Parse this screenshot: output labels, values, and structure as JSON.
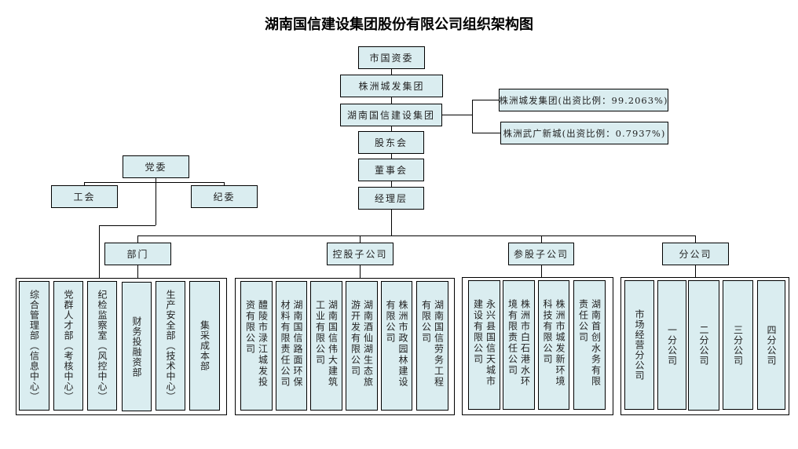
{
  "title": "湖南国信建设集团股份有限公司组织架构图",
  "top_chain": {
    "sasac": "市国资委",
    "parent_group": "株洲城发集团",
    "company": "湖南国信建设集团",
    "shareholders_meeting": "股东会",
    "board": "董事会",
    "management": "经理层"
  },
  "shareholders": [
    {
      "label": "株洲城发集团(出资比例：99.2063%)"
    },
    {
      "label": "株洲武广新城(出资比例：0.7937%)"
    }
  ],
  "party": {
    "committee": "党委",
    "union": "工会",
    "discipline": "纪委"
  },
  "categories": {
    "departments": "部门",
    "holding_subsidiaries": "控股子公司",
    "participating_subsidiaries": "参股子公司",
    "branches": "分公司"
  },
  "departments": [
    "综合管理部（信息中心）",
    "党群人才部（考核中心）",
    "纪检监察室（风控中心）",
    "财务投融资部",
    "生产安全部（技术中心）",
    "集采成本部"
  ],
  "holding_subsidiaries": [
    "醴陵市渌江城发投资有限公司",
    "湖南国信路面环保材料有限责任公司",
    "湖南国信伟大建筑工业有限公司",
    "湖南酒仙湖生态旅游开发有限公司",
    "株洲市政园林建设有限公司",
    "湖南国信劳务工程有限公司"
  ],
  "participating_subsidiaries": [
    "永兴县国信天城市建设有限公司",
    "株洲市白石港水环境有限责任公司",
    "株洲市城发新环境科技有限公司",
    "湖南首创水务有限责任公司"
  ],
  "branches": [
    "市场经营分公司",
    "一分公司",
    "二分公司",
    "三分公司",
    "四分公司"
  ]
}
